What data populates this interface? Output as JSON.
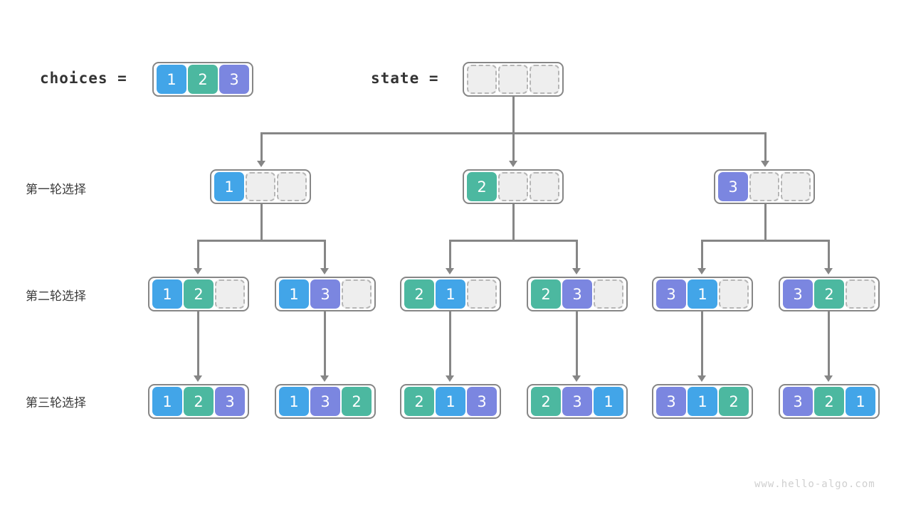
{
  "diagram": {
    "title_labels": {
      "choices": "choices  =",
      "state": "state  ="
    },
    "stage_labels": [
      "第一轮选择",
      "第二轮选择",
      "第三轮选择"
    ],
    "watermark": "www.hello-algo.com",
    "colors": {
      "value_1": "#42a5e8",
      "value_2": "#4cb8a0",
      "value_3": "#7b86e0",
      "empty_cell_fill": "#eeeeee",
      "empty_cell_border": "#b6b6b6",
      "node_border": "#868686",
      "connector": "#868686",
      "text": "#333333",
      "watermark": "#cfcfcf"
    },
    "header": {
      "choices_node": [
        "1",
        "2",
        "3"
      ],
      "state_node": [
        "",
        "",
        ""
      ]
    },
    "level1": [
      {
        "cells": [
          "1",
          "",
          ""
        ]
      },
      {
        "cells": [
          "2",
          "",
          ""
        ]
      },
      {
        "cells": [
          "3",
          "",
          ""
        ]
      }
    ],
    "level2": [
      {
        "cells": [
          "1",
          "2",
          ""
        ]
      },
      {
        "cells": [
          "1",
          "3",
          ""
        ]
      },
      {
        "cells": [
          "2",
          "1",
          ""
        ]
      },
      {
        "cells": [
          "2",
          "3",
          ""
        ]
      },
      {
        "cells": [
          "3",
          "1",
          ""
        ]
      },
      {
        "cells": [
          "3",
          "2",
          ""
        ]
      }
    ],
    "level3": [
      {
        "cells": [
          "1",
          "2",
          "3"
        ]
      },
      {
        "cells": [
          "1",
          "3",
          "2"
        ]
      },
      {
        "cells": [
          "2",
          "1",
          "3"
        ]
      },
      {
        "cells": [
          "2",
          "3",
          "1"
        ]
      },
      {
        "cells": [
          "3",
          "1",
          "2"
        ]
      },
      {
        "cells": [
          "3",
          "2",
          "1"
        ]
      }
    ]
  }
}
